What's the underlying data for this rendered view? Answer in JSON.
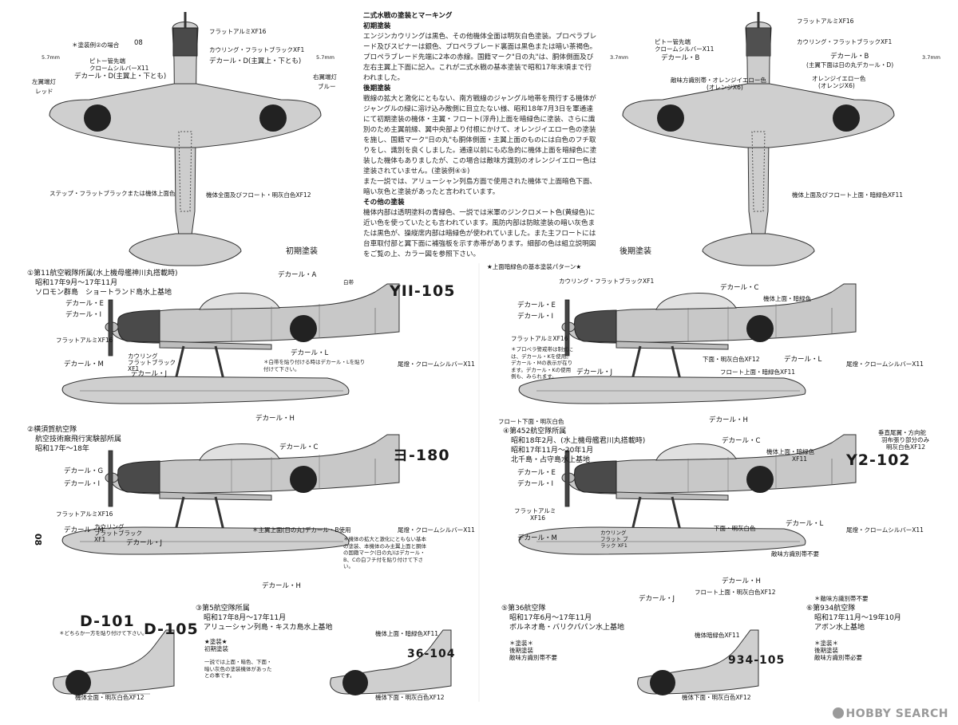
{
  "text": {
    "title": "二式水戦の塗装とマーキング",
    "early_head": "初期塗装",
    "early_body": "エンジンカウリングは黒色、その他機体全面は明灰白色塗装。プロペラブレード及びスピナーは銀色、プロペラブレード裏面は黒色または暗い茶褐色。プロペラブレード先端に2本の赤線。国籍マーク\"日の丸\"は、胴体側面及び左右主翼上下面に記入。これが二式水戦の基本塗装で昭和17年末頃まで行われました。",
    "late_head": "後期塗装",
    "late_body": "戦線の拡大と激化にともない、南方戦線のジャングル地帯を飛行する機体がジャングルの緑に溶け込み敵側に目立たない様、昭和18年7月3日を軍通達にて初期塗装の機体・主翼・フロート(浮舟)上面を暗緑色に塗装、さらに識別のため主翼前縁、翼中央部より付根にかけて、オレンジイエロー色の塗装を施し、国籍マーク\"日の丸\"も胴体側面・主翼上面のものには白色のフチ取りをし、識別を良くしました。通達以前にも応急的に機体上面を暗緑色に塗装した機体もありましたが、この場合は敵味方識別のオレンジイエロー色は塗装されていません。(塗装例④⑤)",
    "late_body2": "また一説では、アリューシャン列島方面で使用された機体で上面暗色下面、暗い灰色と塗装があったと言われています。",
    "other_head": "その他の塗装",
    "other_body": "機体内部は透明塗料の青緑色、一説では米軍のジンクロメート色(黄緑色)に近い色を使っていたとも言われています。風防内部は防眩塗装の暗い灰色または黒色が、操縦席内部は暗緑色が使われていました。また主フロートには台車取付部と翼下面に補強板を示す赤帯があります。細部の色は組立説明図をご覧の上、カラー図を参照下さい。"
  },
  "plan": {
    "left_heading": "初期塗装",
    "right_heading": "後期塗装",
    "left": {
      "num": "08",
      "note_a": "＊塗装例②の場合",
      "dim1": "5.7mm",
      "dim2": "5.7mm",
      "pitot": "ピトー管先端",
      "chrome": "クロームシルバーX11",
      "decal_d": "デカール・D(主翼上・下とも)",
      "flat_alu": "フラットアルミXF16",
      "cowl": "カウリング・フラットブラックXF1",
      "left_wingtip": "左翼端灯",
      "red": "レッド",
      "right_wingtip": "右翼端灯",
      "blue": "ブルー",
      "step": "ステップ・フラットブラックまたは機体上面色",
      "body_all": "機体全面及びフロート・明灰白色XF12"
    },
    "right": {
      "flat_alu": "フラットアルミXF16",
      "pitot": "ピトー管先端",
      "chrome": "クロームシルバーX11",
      "cowl": "カウリング・フラットブラックXF1",
      "decal_b": "デカール・B",
      "decal_b_sub": "(主翼下面は日の丸デカール・D)",
      "dim1": "3.7mm",
      "dim2": "3.7mm",
      "ifr": "敵味方識別帯・オレンジイエロー色",
      "orange": "(オレンジX6)",
      "orange2": "オレンジイエロー色",
      "orange3": "(オレンジX6)",
      "upper": "機体上面及びフロート上面・暗緑色XF11"
    }
  },
  "side": {
    "s1": {
      "num": "①",
      "title": "第11航空戦隊所属(水上機母艦神川丸搭載時)",
      "line2": "昭和17年9月～17年11月",
      "line3": "ソロモン群島　ショートランド島水上基地",
      "code": "YII-105",
      "decal_a": "デカール・A",
      "white_band": "白帯",
      "decal_e": "デカール・E",
      "decal_i": "デカール・I",
      "flat_alu": "フラットアルミXF16",
      "cowl": "カウリング",
      "cowl2": "フラットブラック",
      "cowl3": "XF1",
      "decal_j": "デカール・J",
      "decal_m": "デカール・M",
      "decal_l": "デカール・L",
      "note": "＊白帯を貼り付ける時はデカール・Lを貼り付けて下さい。",
      "tail": "尾燈・クロームシルバーX11",
      "decal_h": "デカール・H"
    },
    "s2": {
      "num": "②",
      "title": "横須賀航空隊",
      "line2": "航空技術廠飛行実験部所属",
      "line3": "昭和17年～18年",
      "code": "ヨ-180",
      "decal_c": "デカール・C",
      "decal_g": "デカール・G",
      "decal_i": "デカール・I",
      "flat_alu": "フラットアルミXF16",
      "cowl": "カウリング",
      "cowl2": "フラットブラック",
      "cowl3": "XF1",
      "decal_j": "デカール・J",
      "decal_m": "デカール・M",
      "note1": "＊主翼上面(日の丸)デカール・B使用",
      "tail": "尾燈・クロームシルバーX11",
      "note2": "＊機体の拡大と激化にともない基本の塗装、本機体のみ主翼上面と胴体の国籍マーク(日の丸)はデカール・B、Cの白フチ付を貼り付けて下さい。",
      "decal_h": "デカール・H"
    },
    "s3": {
      "num": "③",
      "title": "第5航空隊所属",
      "line2": "昭和17年8月～17年11月",
      "line3": "アリューシャン列島・キスカ島水上基地",
      "code_a": "D-101",
      "code_b": "D-105",
      "note_a": "＊どちらか一方を貼り付けて下さい。",
      "star": "★塗装★",
      "star2": "初期塗装",
      "note_b": "一説では上面・暗色、下面・暗い灰色の塗装機体があったとの事です。",
      "body": "機体全面・明灰白色XF12"
    },
    "s4": {
      "badge": "★上面暗緑色の基本塗装パターン★",
      "num": "④",
      "title": "第452航空隊所属",
      "line2": "昭和18年2月、(水上機母艦君川丸搭載時)",
      "line3": "昭和17年11月～20年1月",
      "line4": "北千島・占守島水上基地",
      "code": "Y2-102",
      "cowl": "カウリング・フラットブラックXF1",
      "decal_c": "デカール・C",
      "upper": "機体上面・暗緑色",
      "decal_e": "デカール・E",
      "decal_i": "デカール・I",
      "flat_alu": "フラットアルミXF16",
      "note": "＊プロペラ警戒帯は制式には、デカール・Kを使用。デカール・Mの表示が在ります。デカール・Kの使用例も、みられます。",
      "lower": "下面・明灰白色XF12",
      "decal_l": "デカール・L",
      "tail": "尾燈・クロームシルバーX11",
      "decal_j": "デカール・J",
      "front_upper": "フロート上面・暗緑色XF11",
      "front_lower": "フロート下面・明灰白色",
      "decal_h": "デカール・H"
    },
    "s5": {
      "num": "⑤",
      "title": "第36航空隊",
      "line2": "昭和17年6月～17年11月",
      "line3": "ボルネオ島・バリクパパン水上基地",
      "code": "36-104",
      "upper": "機体上面・暗緑色XF11",
      "star": "＊塗装＊",
      "star2": "後期塗装",
      "star3": "敵味方識別帯不要",
      "body": "機体下面・明灰白色XF12"
    },
    "s6": {
      "num": "⑥",
      "title": "第934航空隊",
      "line2": "昭和17年11月～19年10月",
      "line3": "アボン水上基地",
      "code": "934-105",
      "upper": "機体暗緑色XF11",
      "star": "＊塗装＊",
      "star2": "後期塗装",
      "star3": "敵味方識別帯必要",
      "body": "機体下面・明灰白色XF12"
    },
    "s4b": {
      "tail_top": "垂直尾翼・方向舵",
      "tail_top2": "羽布張り部分のみ",
      "tail_top3": "明灰白色XF12",
      "decal_c": "デカール・C",
      "upper": "機体上面・暗緑色",
      "upper2": "XF11",
      "decal_e": "デカール・E",
      "decal_i": "デカール・I",
      "flat_alu": "フラットアルミ",
      "flat_alu2": "XF16",
      "lower": "下面・明灰白色",
      "decal_l": "デカール・L",
      "tail": "尾燈・クロームシルバーX11",
      "decal_m": "デカール・M",
      "cowl_v": "カウリング フラット ブラック XF1",
      "no_ifr": "敵味方識別帯不要",
      "decal_h": "デカール・H",
      "front_upper": "フロート上面・明灰白色XF12",
      "decal_j": "デカール・J",
      "ifr_note": "＊敵味方識別帯不要"
    },
    "side_num": "08"
  },
  "watermark": "HOBBY SEARCH"
}
